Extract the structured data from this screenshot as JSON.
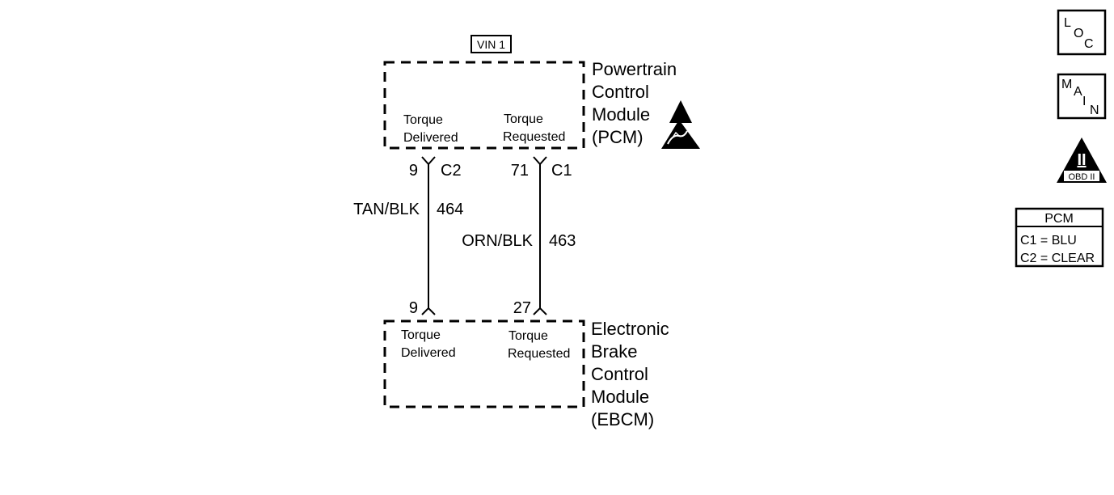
{
  "vin_tag": "VIN 1",
  "pcm": {
    "name_lines": [
      "Powertrain",
      "Control",
      "Module",
      "(PCM)"
    ],
    "pin_left": {
      "label_lines": [
        "Torque",
        "Delivered"
      ],
      "pin": "9",
      "connector": "C2"
    },
    "pin_right": {
      "label_lines": [
        "Torque",
        "Requested"
      ],
      "pin": "71",
      "connector": "C1"
    }
  },
  "wires": [
    {
      "color": "TAN/BLK",
      "circuit": "464"
    },
    {
      "color": "ORN/BLK",
      "circuit": "463"
    }
  ],
  "ebcm": {
    "name_lines": [
      "Electronic",
      "Brake",
      "Control",
      "Module",
      "(EBCM)"
    ],
    "pin_left": {
      "label_lines": [
        "Torque",
        "Delivered"
      ],
      "pin": "9"
    },
    "pin_right": {
      "label_lines": [
        "Torque",
        "Requested"
      ],
      "pin": "27"
    }
  },
  "sidebar": {
    "loc_button": {
      "letters": [
        "L",
        "O",
        "C"
      ]
    },
    "main_button": {
      "letters": [
        "M",
        "A",
        "I",
        "N"
      ]
    },
    "obd_button": {
      "numeral": "II",
      "label": "OBD II"
    },
    "pcm_legend": {
      "title": "PCM",
      "rows": [
        "C1 = BLU",
        "C2 = CLEAR"
      ]
    }
  },
  "icons": {
    "esd": "esd-warning-icon"
  }
}
